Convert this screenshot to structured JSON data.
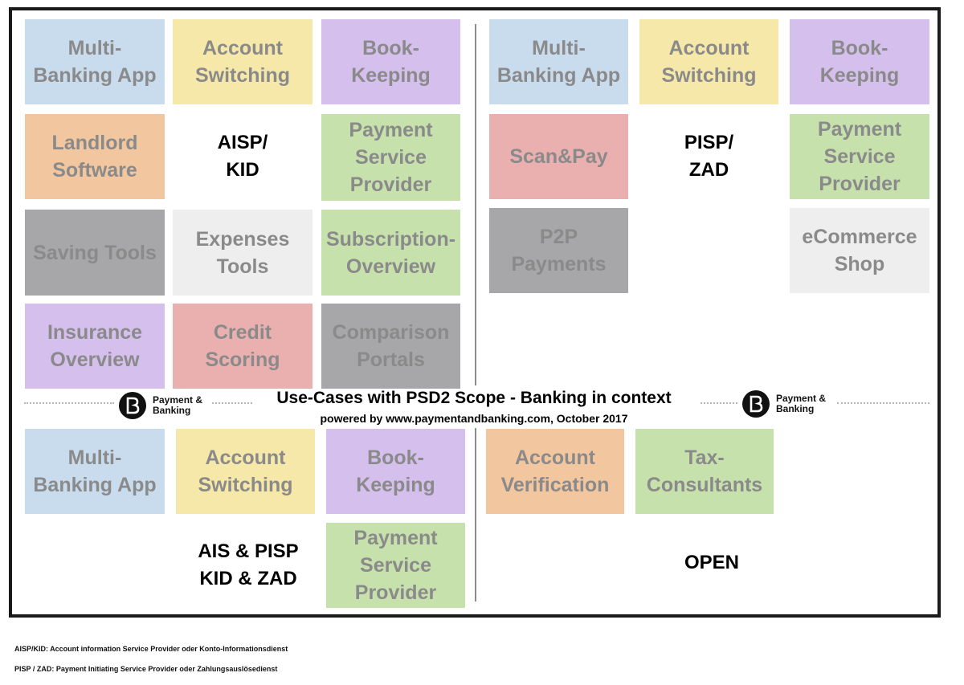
{
  "title": "Use-Cases with PSD2 Scope - Banking in context",
  "subtitle": "powered by www.paymentandbanking.com, October 2017",
  "logo_text": "Payment &\nBanking",
  "quadrants": {
    "aisp": {
      "label": "AISP/\nKID",
      "tiles": [
        {
          "label": "Multi-\nBanking App",
          "color": "blue"
        },
        {
          "label": "Account\nSwitching",
          "color": "yellow"
        },
        {
          "label": "Book-\nKeeping",
          "color": "purple"
        },
        {
          "label": "Landlord\nSoftware",
          "color": "orange"
        },
        {
          "label": "Payment\nService\nProvider",
          "color": "green"
        },
        {
          "label": "Saving Tools",
          "color": "gray"
        },
        {
          "label": "Expenses\nTools",
          "color": "lgray"
        },
        {
          "label": "Subscription-\nOverview",
          "color": "green"
        },
        {
          "label": "Insurance\nOverview",
          "color": "purple"
        },
        {
          "label": "Credit\nScoring",
          "color": "red"
        },
        {
          "label": "Comparison\nPortals",
          "color": "gray"
        }
      ]
    },
    "pisp": {
      "label": "PISP/\nZAD",
      "tiles": [
        {
          "label": "Multi-\nBanking App",
          "color": "blue"
        },
        {
          "label": "Account\nSwitching",
          "color": "yellow"
        },
        {
          "label": "Book-\nKeeping",
          "color": "purple"
        },
        {
          "label": "Scan&Pay",
          "color": "red"
        },
        {
          "label": "Payment\nService\nProvider",
          "color": "green"
        },
        {
          "label": "P2P\nPayments",
          "color": "gray"
        },
        {
          "label": "eCommerce\nShop",
          "color": "lgray"
        }
      ]
    },
    "ais_pisp": {
      "label": "AIS & PISP\nKID & ZAD",
      "tiles": [
        {
          "label": "Multi-\nBanking App",
          "color": "blue"
        },
        {
          "label": "Account\nSwitching",
          "color": "yellow"
        },
        {
          "label": "Book-\nKeeping",
          "color": "purple"
        },
        {
          "label": "Payment\nService\nProvider",
          "color": "green"
        }
      ]
    },
    "open": {
      "label": "OPEN",
      "tiles": [
        {
          "label": "Account\nVerification",
          "color": "orange"
        },
        {
          "label": "Tax-\nConsultants",
          "color": "green"
        }
      ]
    }
  },
  "footnotes": [
    "AISP/KID: Account information Service Provider oder Konto-Informationsdienst",
    "PISP / ZAD: Payment Initiating Service Provider oder Zahlungsauslösedienst"
  ]
}
